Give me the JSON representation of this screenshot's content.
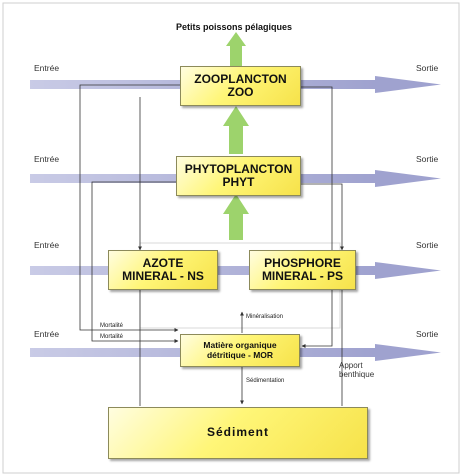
{
  "diagram": {
    "title": "Petits poissons pélagiques",
    "boxes": {
      "zoo": {
        "line1": "ZOOPLANCTON",
        "line2": "ZOO"
      },
      "phyt": {
        "line1": "PHYTOPLANCTON",
        "line2": "PHYT"
      },
      "ns": {
        "line1": "AZOTE",
        "line2": "MINERAL - NS"
      },
      "ps": {
        "line1": "PHOSPHORE",
        "line2": "MINERAL - PS"
      },
      "mor": {
        "line1": "Matière organique",
        "line2": "détritique - MOR"
      },
      "sed": {
        "line1": "Sédiment"
      }
    },
    "entree_label": "Entrée",
    "sortie_label": "Sortie",
    "mortalite_label": "Mortalité",
    "mineralisation_label": "Minéralisation",
    "sedimentation_label": "Sédimentation",
    "apport_benthique_label": [
      "Apport",
      "benthique"
    ]
  },
  "colors": {
    "flow_arrow": "#aeb0d6",
    "trophic_arrow": "#9dd36c",
    "box_fill": "#fff678",
    "line": "#333333"
  }
}
